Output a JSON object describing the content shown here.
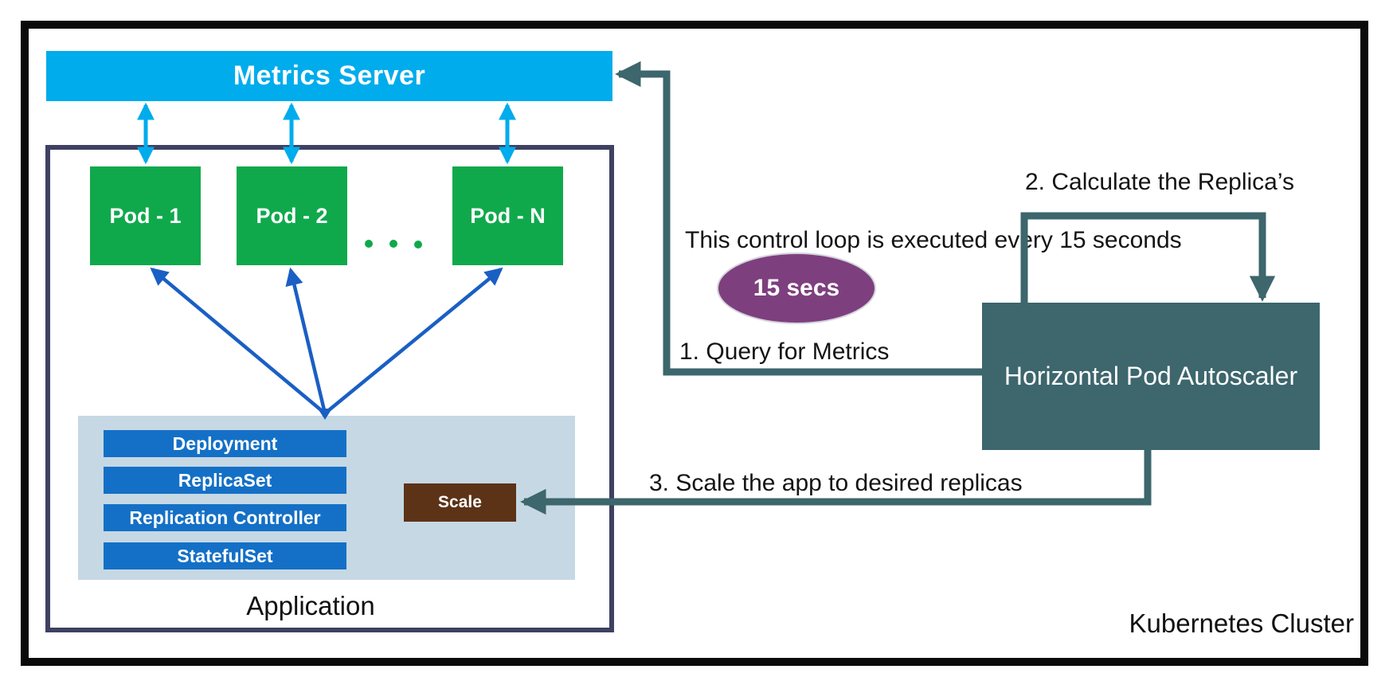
{
  "cluster": {
    "label": "Kubernetes Cluster"
  },
  "metrics_server": {
    "label": "Metrics Server"
  },
  "pods": [
    {
      "label": "Pod - 1"
    },
    {
      "label": "Pod - 2"
    },
    {
      "label": "Pod - N"
    }
  ],
  "application": {
    "label": "Application",
    "controllers": [
      "Deployment",
      "ReplicaSet",
      "Replication Controller",
      "StatefulSet"
    ],
    "scale_label": "Scale"
  },
  "hpa": {
    "label": "Horizontal Pod Autoscaler"
  },
  "annotations": {
    "control_loop_note": "This control loop is executed every 15 seconds",
    "interval_badge": "15 secs",
    "step1": "1. Query for Metrics",
    "step2": "2. Calculate the Replica’s",
    "step3": "3. Scale the app to desired replicas"
  },
  "colors": {
    "metrics_server_bg": "#00ACEC",
    "pod_green": "#0FA94C",
    "controller_blue": "#1470C6",
    "application_bg": "#C6D8E4",
    "scale_brown": "#5C3317",
    "hpa_teal": "#3D666D",
    "interval_purple": "#7E3F7E",
    "inner_border_navy": "#3E4161",
    "outer_border_black": "#0B0B0B",
    "pod_link_blue": "#1A5FC4",
    "metrics_link_cyan": "#00ACEC"
  }
}
